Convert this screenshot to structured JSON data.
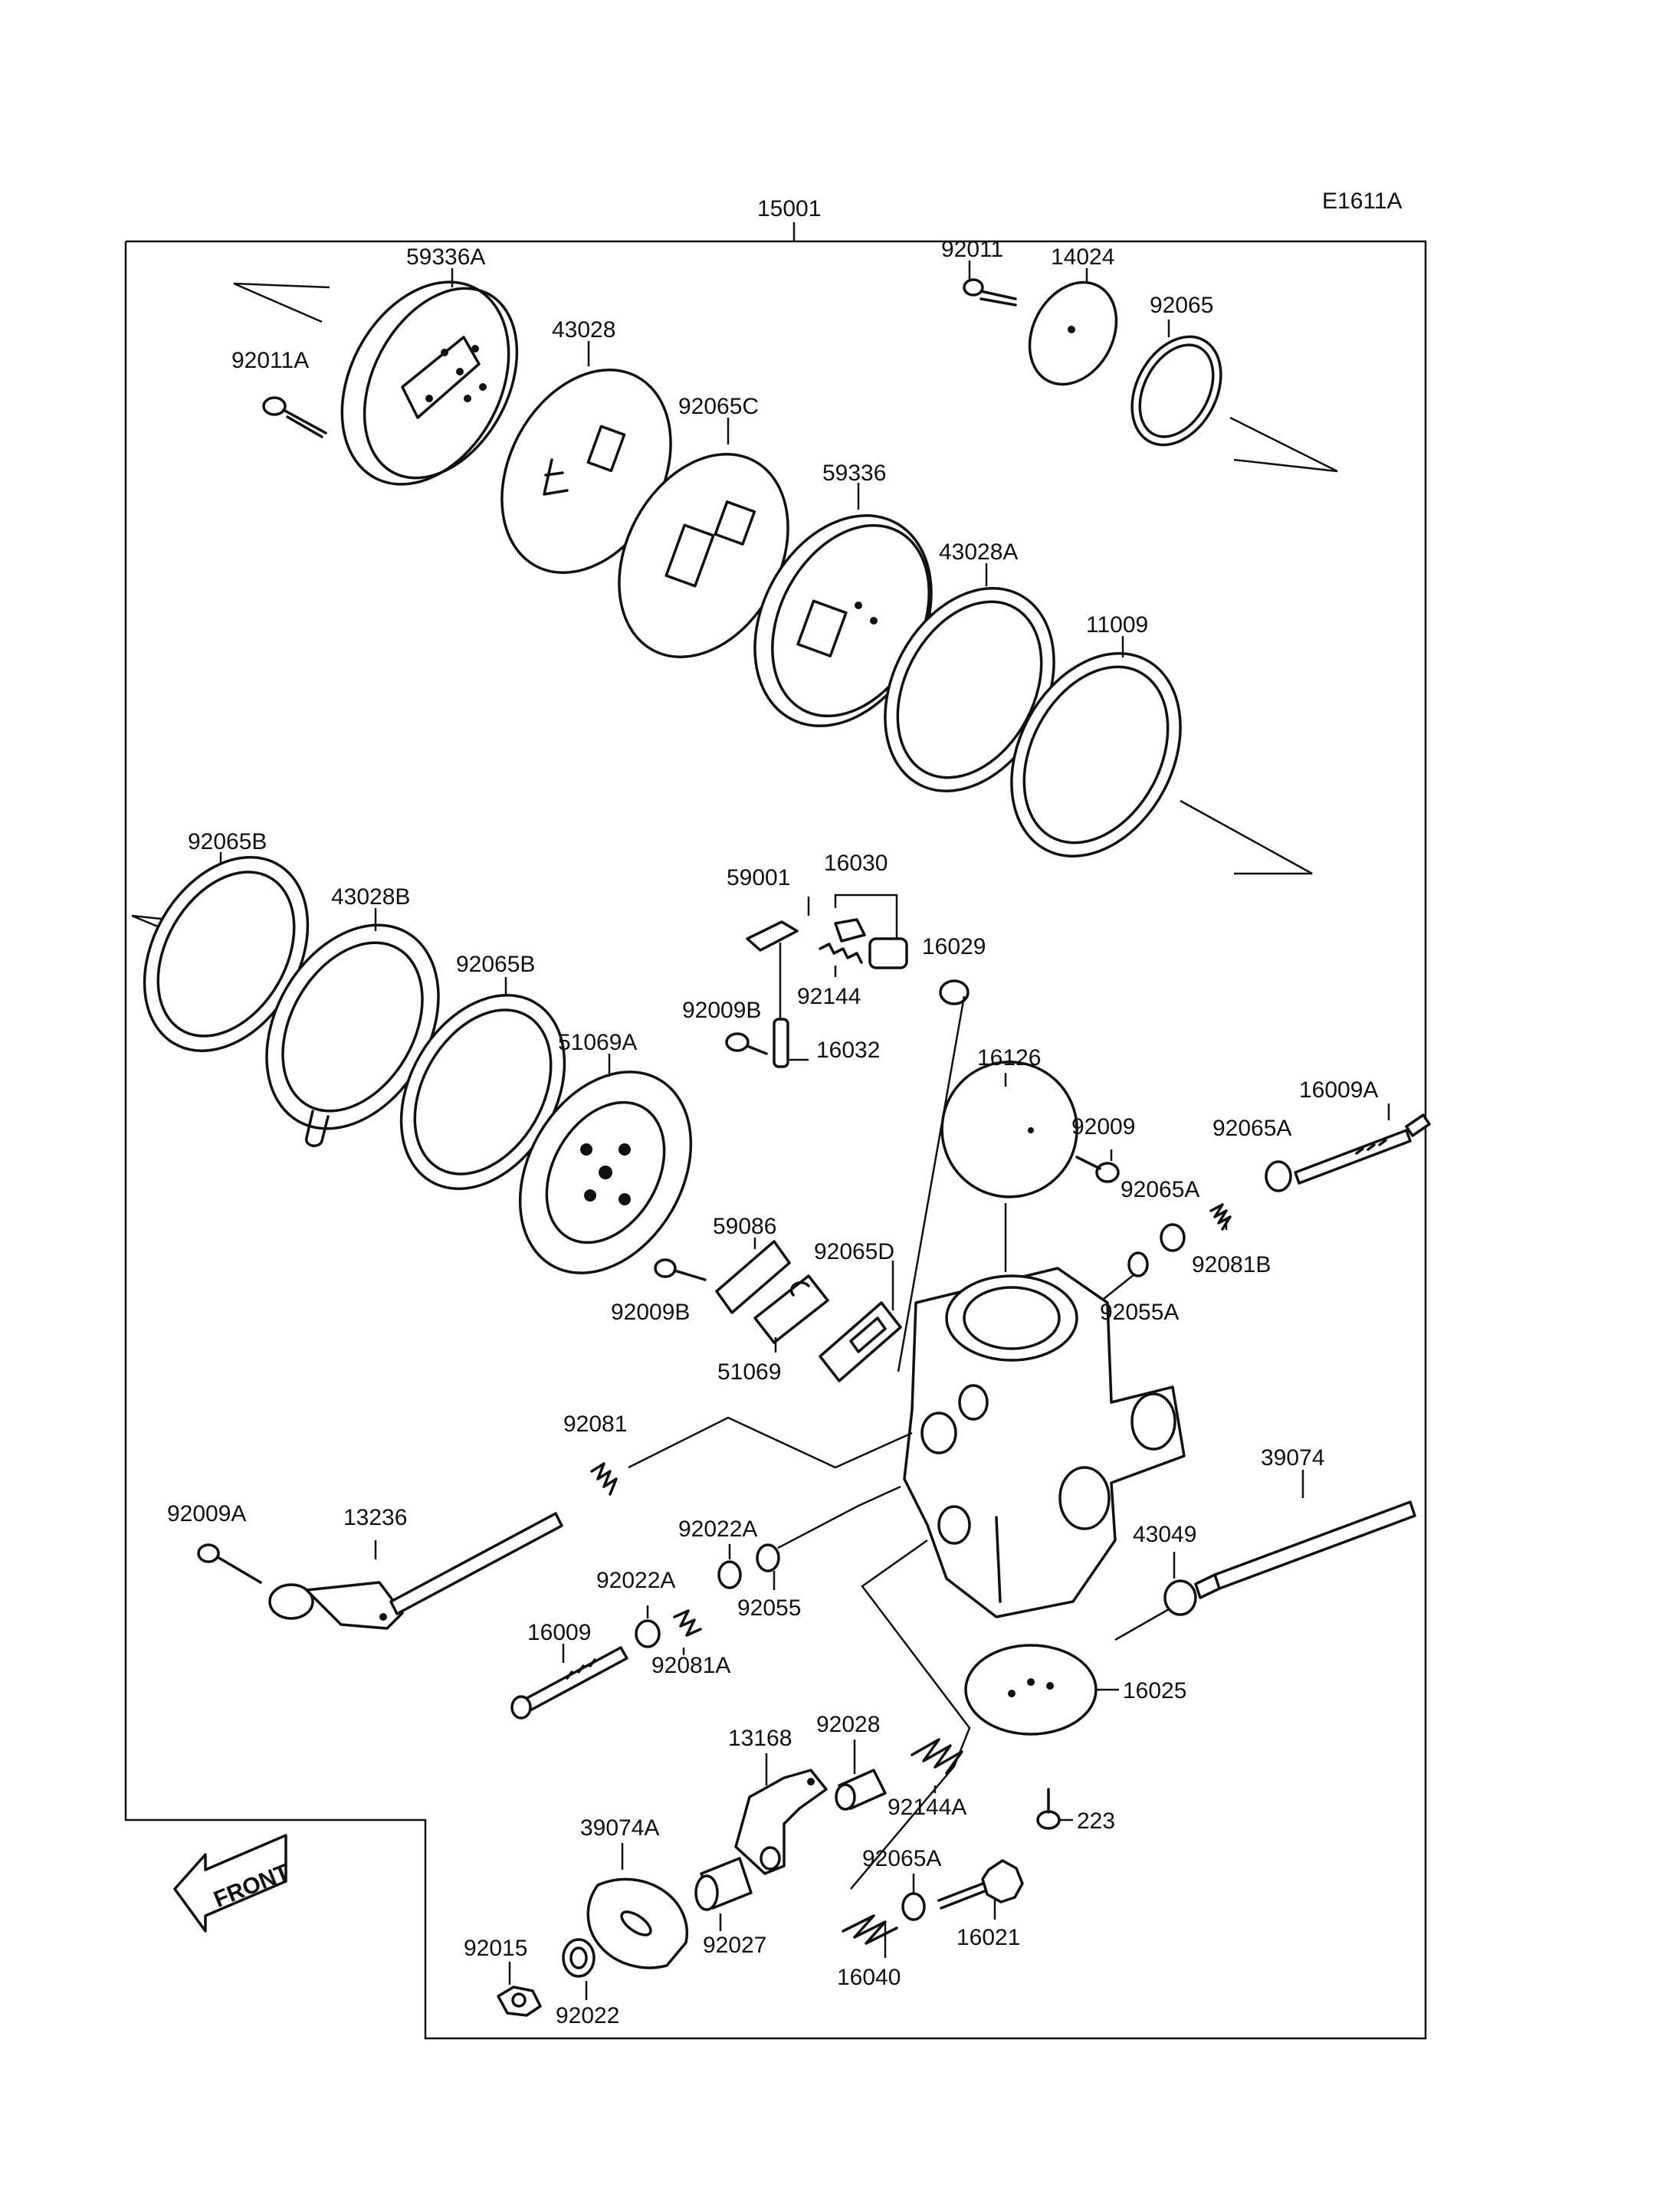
{
  "diagram": {
    "code": "E1611A",
    "assembly": "15001",
    "front_label": "FRONT",
    "parts": {
      "p59336A": "59336A",
      "p92011A": "92011A",
      "p43028": "43028",
      "p92065C": "92065C",
      "p59336": "59336",
      "p43028A": "43028A",
      "p11009": "11009",
      "p92011": "92011",
      "p14024": "14024",
      "p92065": "92065",
      "p92065B1": "92065B",
      "p43028B": "43028B",
      "p92065B2": "92065B",
      "p51069A": "51069A",
      "p59001": "59001",
      "p16030": "16030",
      "p16029": "16029",
      "p92144": "92144",
      "p92009B1": "92009B",
      "p16032": "16032",
      "p16126": "16126",
      "p92009": "92009",
      "p16009A": "16009A",
      "p92065A1": "92065A",
      "p92065A2": "92065A",
      "p92081B": "92081B",
      "p59086": "59086",
      "p92065D": "92065D",
      "p92009B2": "92009B",
      "p51069": "51069",
      "p92055A": "92055A",
      "p92081": "92081",
      "p39074": "39074",
      "p92009A": "92009A",
      "p13236": "13236",
      "p92022A1": "92022A",
      "p92022A2": "92022A",
      "p92055": "92055",
      "p43049": "43049",
      "p92081A": "92081A",
      "p16009": "16009",
      "p16025": "16025",
      "p13168": "13168",
      "p92028": "92028",
      "p92144A": "92144A",
      "p223": "223",
      "p39074A": "39074A",
      "p92065A3": "92065A",
      "p92027": "92027",
      "p16021": "16021",
      "p92015": "92015",
      "p92022": "92022",
      "p16040": "16040"
    }
  }
}
